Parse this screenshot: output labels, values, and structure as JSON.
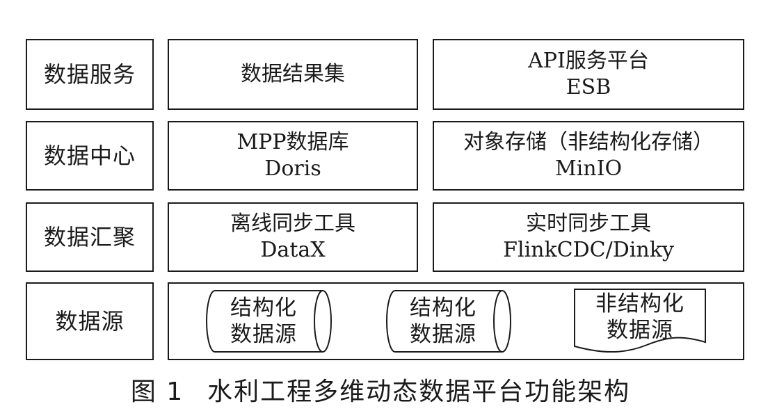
{
  "layers": [
    {
      "label": "数据服务",
      "cells": [
        {
          "line1": "数据结果集",
          "line2": ""
        },
        {
          "line1": "API服务平台",
          "line2": "ESB"
        }
      ]
    },
    {
      "label": "数据中心",
      "cells": [
        {
          "line1": "MPP数据库",
          "line2": "Doris"
        },
        {
          "line1": "对象存储（非结构化存储）",
          "line2": "MinIO"
        }
      ]
    },
    {
      "label": "数据汇聚",
      "cells": [
        {
          "line1": "离线同步工具",
          "line2": "DataX"
        },
        {
          "line1": "实时同步工具",
          "line2": "FlinkCDC/Dinky"
        }
      ]
    },
    {
      "label": "数据源",
      "sources": [
        {
          "shape": "cylinder",
          "line1": "结构化",
          "line2": "数据源"
        },
        {
          "shape": "cylinder",
          "line1": "结构化",
          "line2": "数据源"
        },
        {
          "shape": "document",
          "line1": "非结构化",
          "line2": "数据源"
        }
      ]
    }
  ],
  "caption": {
    "number": "图 1",
    "title": "水利工程多维动态数据平台功能架构"
  }
}
